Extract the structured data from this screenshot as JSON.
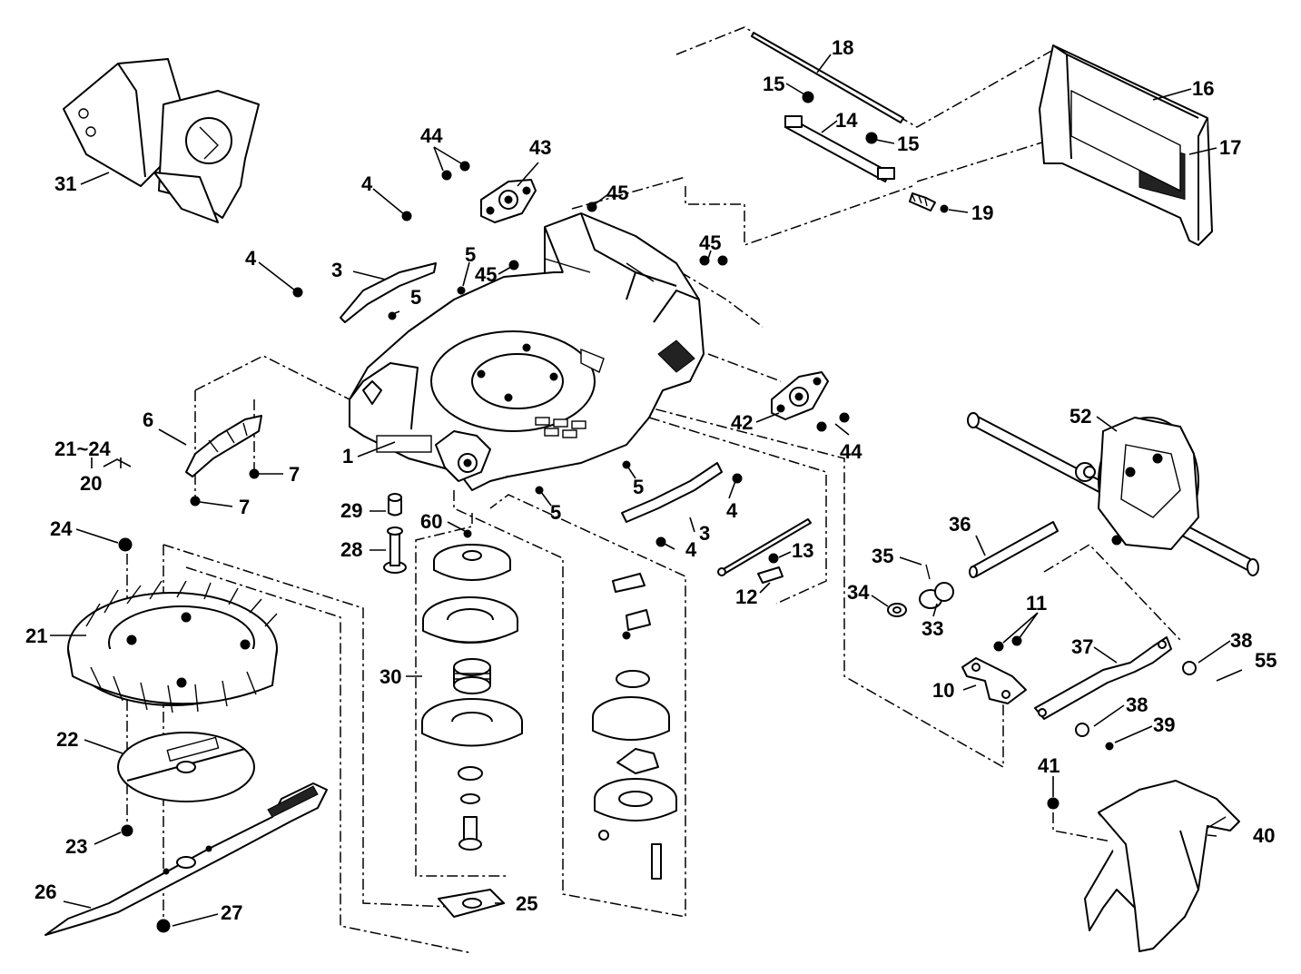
{
  "callouts": {
    "c1": "1",
    "c3a": "3",
    "c3b": "3",
    "c4a": "4",
    "c4b": "4",
    "c4c": "4",
    "c4d": "4",
    "c5a": "5",
    "c5b": "5",
    "c5c": "5",
    "c5d": "5",
    "c6": "6",
    "c7a": "7",
    "c7b": "7",
    "c10": "10",
    "c11": "11",
    "c12": "12",
    "c13": "13",
    "c14": "14",
    "c15a": "15",
    "c15b": "15",
    "c16": "16",
    "c17": "17",
    "c18": "18",
    "c19": "19",
    "c20": "20",
    "c21range": "21~24",
    "c21": "21",
    "c22": "22",
    "c23": "23",
    "c24": "24",
    "c25": "25",
    "c26": "26",
    "c27": "27",
    "c28": "28",
    "c29": "29",
    "c30": "30",
    "c31": "31",
    "c33": "33",
    "c34": "34",
    "c35": "35",
    "c36": "36",
    "c37": "37",
    "c38a": "38",
    "c38b": "38",
    "c39": "39",
    "c40": "40",
    "c41": "41",
    "c42": "42",
    "c43": "43",
    "c44a": "44",
    "c44b": "44",
    "c45a": "45",
    "c45b": "45",
    "c45c": "45",
    "c52": "52",
    "c55": "55",
    "c60": "60"
  }
}
